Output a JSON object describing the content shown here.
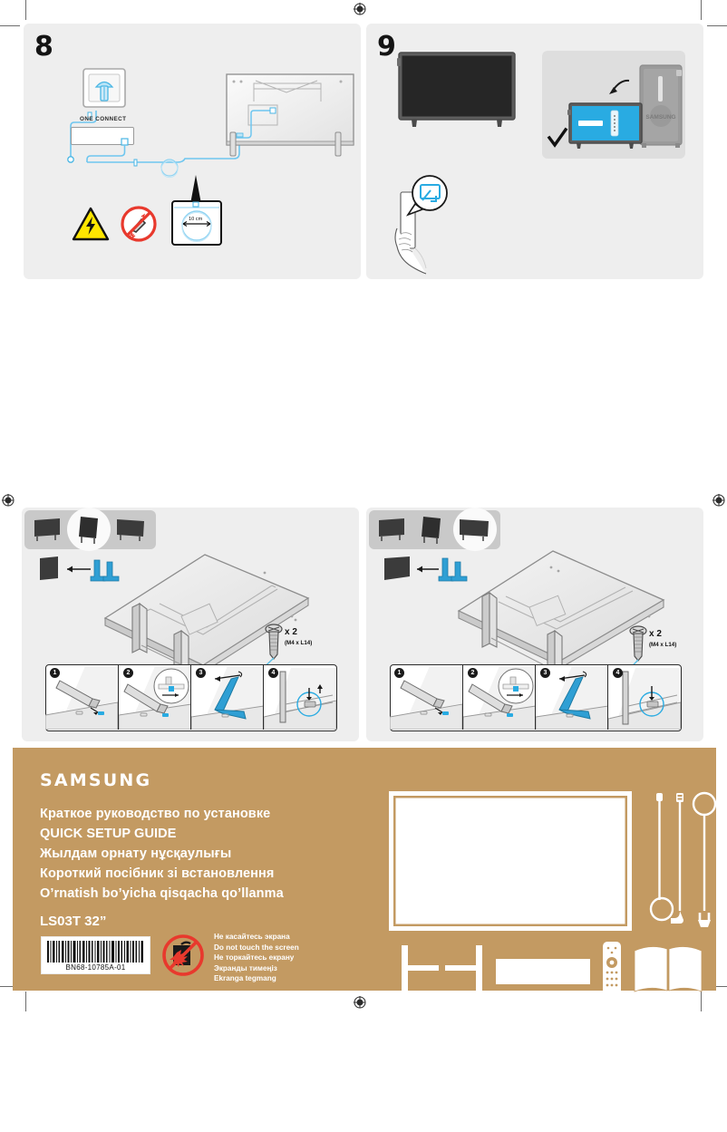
{
  "document": {
    "type": "print-sheet",
    "brand": "SAMSUNG",
    "sheet_width": 802,
    "sheet_height": 1116
  },
  "colors": {
    "panel_bg": "#eeeeee",
    "cover_brown": "#c39a62",
    "accent_blue": "#29abe2",
    "cable_blue": "#6ec6ef",
    "warning_yellow": "#ffe600",
    "warning_red": "#e8392d",
    "dark_gray": "#3a3a3a",
    "crop_mark": "#6d6d6d"
  },
  "steps": [
    {
      "number": "8",
      "name": "connect-one-connect-box",
      "labels": {
        "one_connect": "ONE CONNECT",
        "cable_slack": "10 cm"
      },
      "icons": [
        "electric-shock-warning-icon",
        "no-sharp-object-icon",
        "cable-slack-icon"
      ]
    },
    {
      "number": "9",
      "name": "screen-mirroring-setup",
      "icons": [
        "tv-front-icon",
        "screen-mirror-icon",
        "hand-holding-phone-icon",
        "check-mark-icon",
        "curved-arrow-icon"
      ]
    }
  ],
  "stand_panels": [
    {
      "name": "stand-assembly-left",
      "variant_selector": {
        "options": [
          "tv-flat-stand",
          "tv-angled-stand",
          "tv-wide-stand"
        ],
        "selected_index": 1
      },
      "screw": {
        "count": "x 2",
        "spec": "(M4 x L14)"
      },
      "substeps": [
        "1",
        "2",
        "3",
        "4"
      ]
    },
    {
      "name": "stand-assembly-right",
      "variant_selector": {
        "options": [
          "tv-flat-stand",
          "tv-angled-stand",
          "tv-wide-stand"
        ],
        "selected_index": 2
      },
      "screw": {
        "count": "x 2",
        "spec": "(M4 x L14)"
      },
      "substeps": [
        "1",
        "2",
        "3",
        "4"
      ]
    }
  ],
  "cover": {
    "logo": "SAMSUNG",
    "titles": [
      "Краткое руководство по установке",
      "QUICK SETUP GUIDE",
      "Жылдам орнату нұсқаулығы",
      "Короткий посібник зі встановлення",
      "O’rnatish bo’yicha qisqacha qo’llanma"
    ],
    "model": "LS03T 32”",
    "barcode_number": "BN68-10785A-01",
    "do_not_touch_icon": "no-touch-screen-icon",
    "warnings": [
      "Не касайтесь экрана",
      "Do not touch the screen",
      "Не торкайтесь екрану",
      "Экранды тимеңіз",
      "Ekranga tegmang"
    ],
    "accessories": [
      "tv-panel-outline",
      "hdmi-cable",
      "one-connect-cable",
      "power-cable",
      "stand-legs",
      "one-connect-box",
      "remote-control",
      "manual-booklet"
    ]
  }
}
